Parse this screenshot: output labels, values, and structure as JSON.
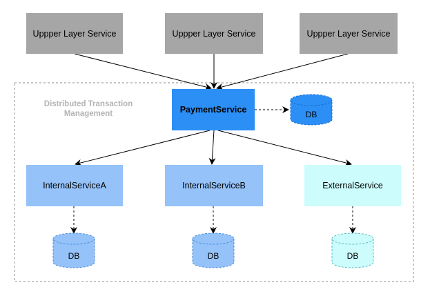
{
  "region": {
    "title_line1": "Distributed Transaction",
    "title_line2": "Management"
  },
  "upper_services": [
    {
      "label": "Uppper Layer Service"
    },
    {
      "label": "Uppper Layer Service"
    },
    {
      "label": "Uppper Layer Service"
    }
  ],
  "payment": {
    "label": "PaymentService",
    "db_label": "DB"
  },
  "services": [
    {
      "label": "InternalServiceA",
      "db_label": "DB"
    },
    {
      "label": "InternalServiceB",
      "db_label": "DB"
    },
    {
      "label": "ExternalService",
      "db_label": "DB"
    }
  ],
  "colors": {
    "upper_fill": "#a6a6a6",
    "payment_fill": "#2b8ff5",
    "internal_fill": "#94c2f9",
    "external_fill": "#ccfcfc",
    "region_border": "#8c8c8c",
    "region_title": "#b3b3b3"
  }
}
